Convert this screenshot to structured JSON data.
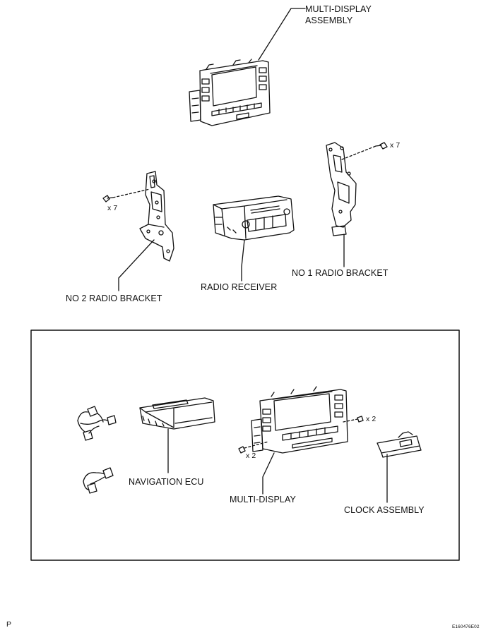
{
  "labels": {
    "multi_display_assembly_line1": "MULTI-DISPLAY",
    "multi_display_assembly_line2": "ASSEMBLY",
    "no2_radio_bracket": "NO  2 RADIO BRACKET",
    "radio_receiver": "RADIO RECEIVER",
    "no1_radio_bracket": "NO  1 RADIO BRACKET",
    "navigation_ecu": "NAVIGATION ECU",
    "multi_display": "MULTI-DISPLAY",
    "clock_assembly": "CLOCK ASSEMBLY"
  },
  "quantities": {
    "left_screw_qty": "x 7",
    "right_screw_qty": "x 7",
    "md_left_screw_qty": "x 2",
    "md_right_screw_qty": "x 2"
  },
  "footer": {
    "page_marker": "P",
    "figure_id": "E160476E02"
  }
}
